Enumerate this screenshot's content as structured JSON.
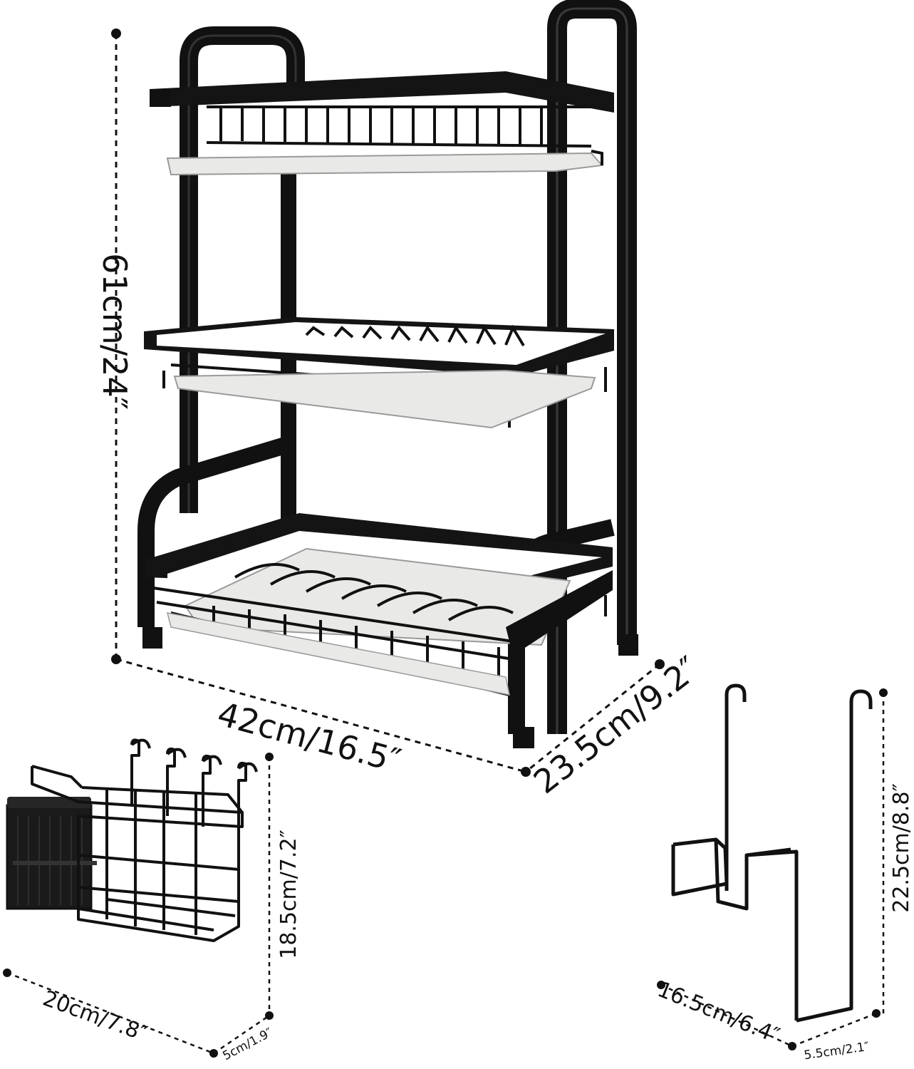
{
  "main_rack": {
    "height_label": "61cm/24″",
    "width_label": "42cm/16.5″",
    "depth_label": "23.5cm/9.2″"
  },
  "utensil_holder": {
    "height_label": "18.5cm/7.2″",
    "width_label": "20cm/7.8″",
    "depth_label": "5cm/1.9″"
  },
  "board_holder": {
    "height_label": "22.5cm/8.8″",
    "width_label": "16.5cm/6.4″",
    "depth_label": "5.5cm/2.1″"
  },
  "colors": {
    "frame": "#111111",
    "tray": "#e9e9e7",
    "background": "#ffffff"
  }
}
